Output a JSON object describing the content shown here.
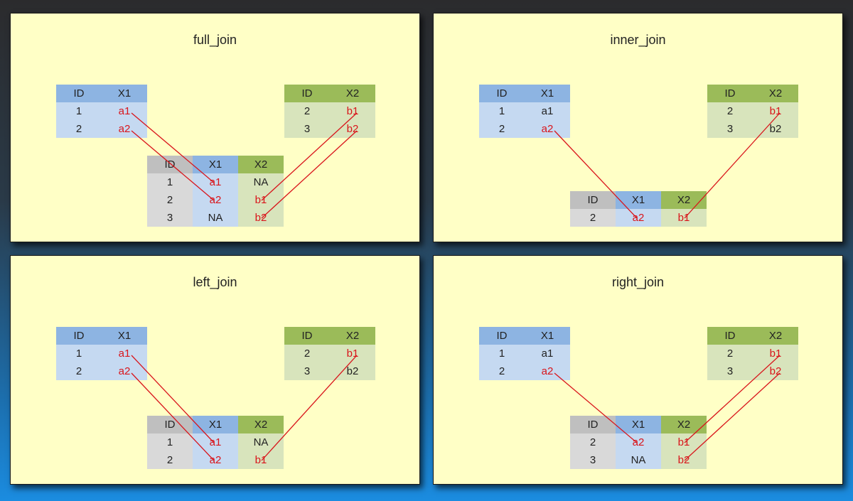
{
  "colors": {
    "accent_red": "#d9151b",
    "x1_header": "#8db4e2",
    "x1_cell": "#c5d9f1",
    "x2_header": "#9bbb59",
    "x2_cell": "#d8e4bc",
    "id_header": "#bfbfbf",
    "id_cell": "#d9d9d9",
    "panel_bg": "#ffffc6"
  },
  "panels": {
    "full_join": {
      "title": "full_join",
      "left": {
        "headers": [
          "ID",
          "X1"
        ],
        "rows": [
          [
            "1",
            "a1"
          ],
          [
            "2",
            "a2"
          ]
        ]
      },
      "right": {
        "headers": [
          "ID",
          "X2"
        ],
        "rows": [
          [
            "2",
            "b1"
          ],
          [
            "3",
            "b2"
          ]
        ]
      },
      "result": {
        "headers": [
          "ID",
          "X1",
          "X2"
        ],
        "rows": [
          [
            "1",
            "a1",
            "NA"
          ],
          [
            "2",
            "a2",
            "b1"
          ],
          [
            "3",
            "NA",
            "b2"
          ]
        ]
      }
    },
    "inner_join": {
      "title": "inner_join",
      "left": {
        "headers": [
          "ID",
          "X1"
        ],
        "rows": [
          [
            "1",
            "a1"
          ],
          [
            "2",
            "a2"
          ]
        ]
      },
      "right": {
        "headers": [
          "ID",
          "X2"
        ],
        "rows": [
          [
            "2",
            "b1"
          ],
          [
            "3",
            "b2"
          ]
        ]
      },
      "result": {
        "headers": [
          "ID",
          "X1",
          "X2"
        ],
        "rows": [
          [
            "2",
            "a2",
            "b1"
          ]
        ]
      }
    },
    "left_join": {
      "title": "left_join",
      "left": {
        "headers": [
          "ID",
          "X1"
        ],
        "rows": [
          [
            "1",
            "a1"
          ],
          [
            "2",
            "a2"
          ]
        ]
      },
      "right": {
        "headers": [
          "ID",
          "X2"
        ],
        "rows": [
          [
            "2",
            "b1"
          ],
          [
            "3",
            "b2"
          ]
        ]
      },
      "result": {
        "headers": [
          "ID",
          "X1",
          "X2"
        ],
        "rows": [
          [
            "1",
            "a1",
            "NA"
          ],
          [
            "2",
            "a2",
            "b1"
          ]
        ]
      }
    },
    "right_join": {
      "title": "right_join",
      "left": {
        "headers": [
          "ID",
          "X1"
        ],
        "rows": [
          [
            "1",
            "a1"
          ],
          [
            "2",
            "a2"
          ]
        ]
      },
      "right": {
        "headers": [
          "ID",
          "X2"
        ],
        "rows": [
          [
            "2",
            "b1"
          ],
          [
            "3",
            "b2"
          ]
        ]
      },
      "result": {
        "headers": [
          "ID",
          "X1",
          "X2"
        ],
        "rows": [
          [
            "2",
            "a2",
            "b1"
          ],
          [
            "3",
            "NA",
            "b2"
          ]
        ]
      }
    }
  }
}
